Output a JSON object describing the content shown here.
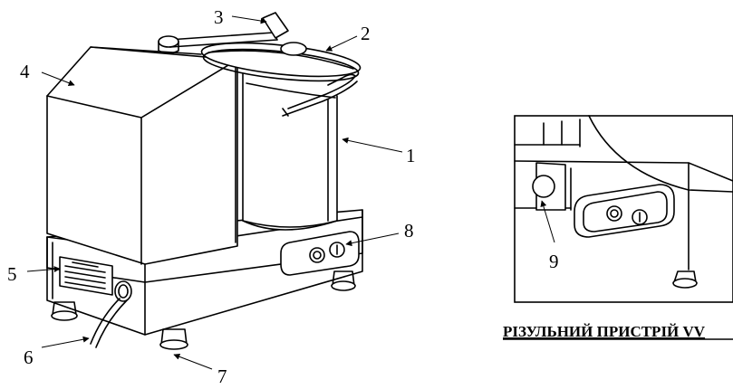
{
  "callouts": {
    "c1": "1",
    "c2": "2",
    "c3": "3",
    "c4": "4",
    "c5": "5",
    "c6": "6",
    "c7": "7",
    "c8": "8",
    "c9": "9"
  },
  "inset_caption": "РІЗУЛЬНИЙ ПРИСТРІЙ VV"
}
